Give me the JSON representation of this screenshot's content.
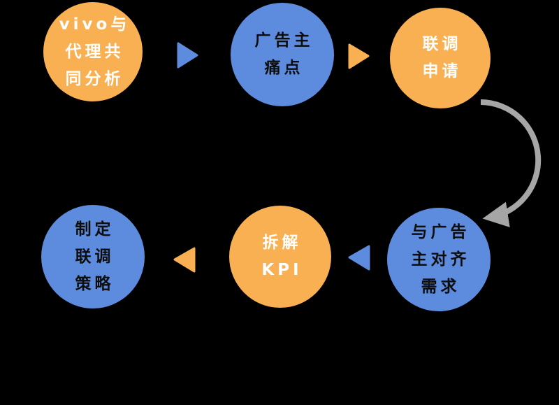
{
  "diagram": {
    "background": "#000000",
    "colors": {
      "orange": "#F9B052",
      "blue": "#5D8CDF",
      "arrow_gray": "#A6A6A6",
      "text_on_orange": "#FFFFFF",
      "text_on_blue": "#0D0D0D"
    },
    "steps": [
      {
        "shape": "circle",
        "fill": "orange",
        "lines": [
          "vivo与",
          "代理共",
          "同分析"
        ]
      },
      {
        "shape": "circle",
        "fill": "blue",
        "lines": [
          "广告主",
          "痛点"
        ]
      },
      {
        "shape": "circle",
        "fill": "orange",
        "lines": [
          "联调",
          "申请"
        ]
      },
      {
        "shape": "circle",
        "fill": "blue",
        "lines": [
          "与广告",
          "主对齐",
          "需求"
        ]
      },
      {
        "shape": "circle",
        "fill": "orange",
        "lines": [
          "拆解",
          "KPI"
        ]
      },
      {
        "shape": "circle",
        "fill": "blue",
        "lines": [
          "制定",
          "联调",
          "策略"
        ]
      }
    ],
    "connectors": [
      {
        "type": "triangle",
        "direction": "right",
        "color": "blue",
        "from": 1,
        "to": 2
      },
      {
        "type": "triangle",
        "direction": "right",
        "color": "orange",
        "from": 2,
        "to": 3
      },
      {
        "type": "curved-arrow",
        "direction": "down",
        "color": "gray",
        "from": 3,
        "to": 4
      },
      {
        "type": "triangle",
        "direction": "left",
        "color": "blue",
        "from": 4,
        "to": 5
      },
      {
        "type": "triangle",
        "direction": "left",
        "color": "orange",
        "from": 5,
        "to": 6
      }
    ]
  }
}
